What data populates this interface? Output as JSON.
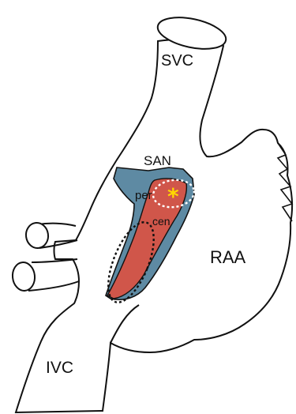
{
  "labels": {
    "svc": "SVC",
    "san": "SAN",
    "per": "per",
    "cen": "cen",
    "raa": "RAA",
    "ivc": "IVC",
    "star": "*"
  },
  "colors": {
    "outline": "#111111",
    "background": "#ffffff",
    "peripheral_region": "#5e8aa3",
    "central_region": "#d0564a",
    "star": "#ffd700",
    "dotted_outline_inner": "#ffffff",
    "dotted_outline_outer": "#111111"
  }
}
